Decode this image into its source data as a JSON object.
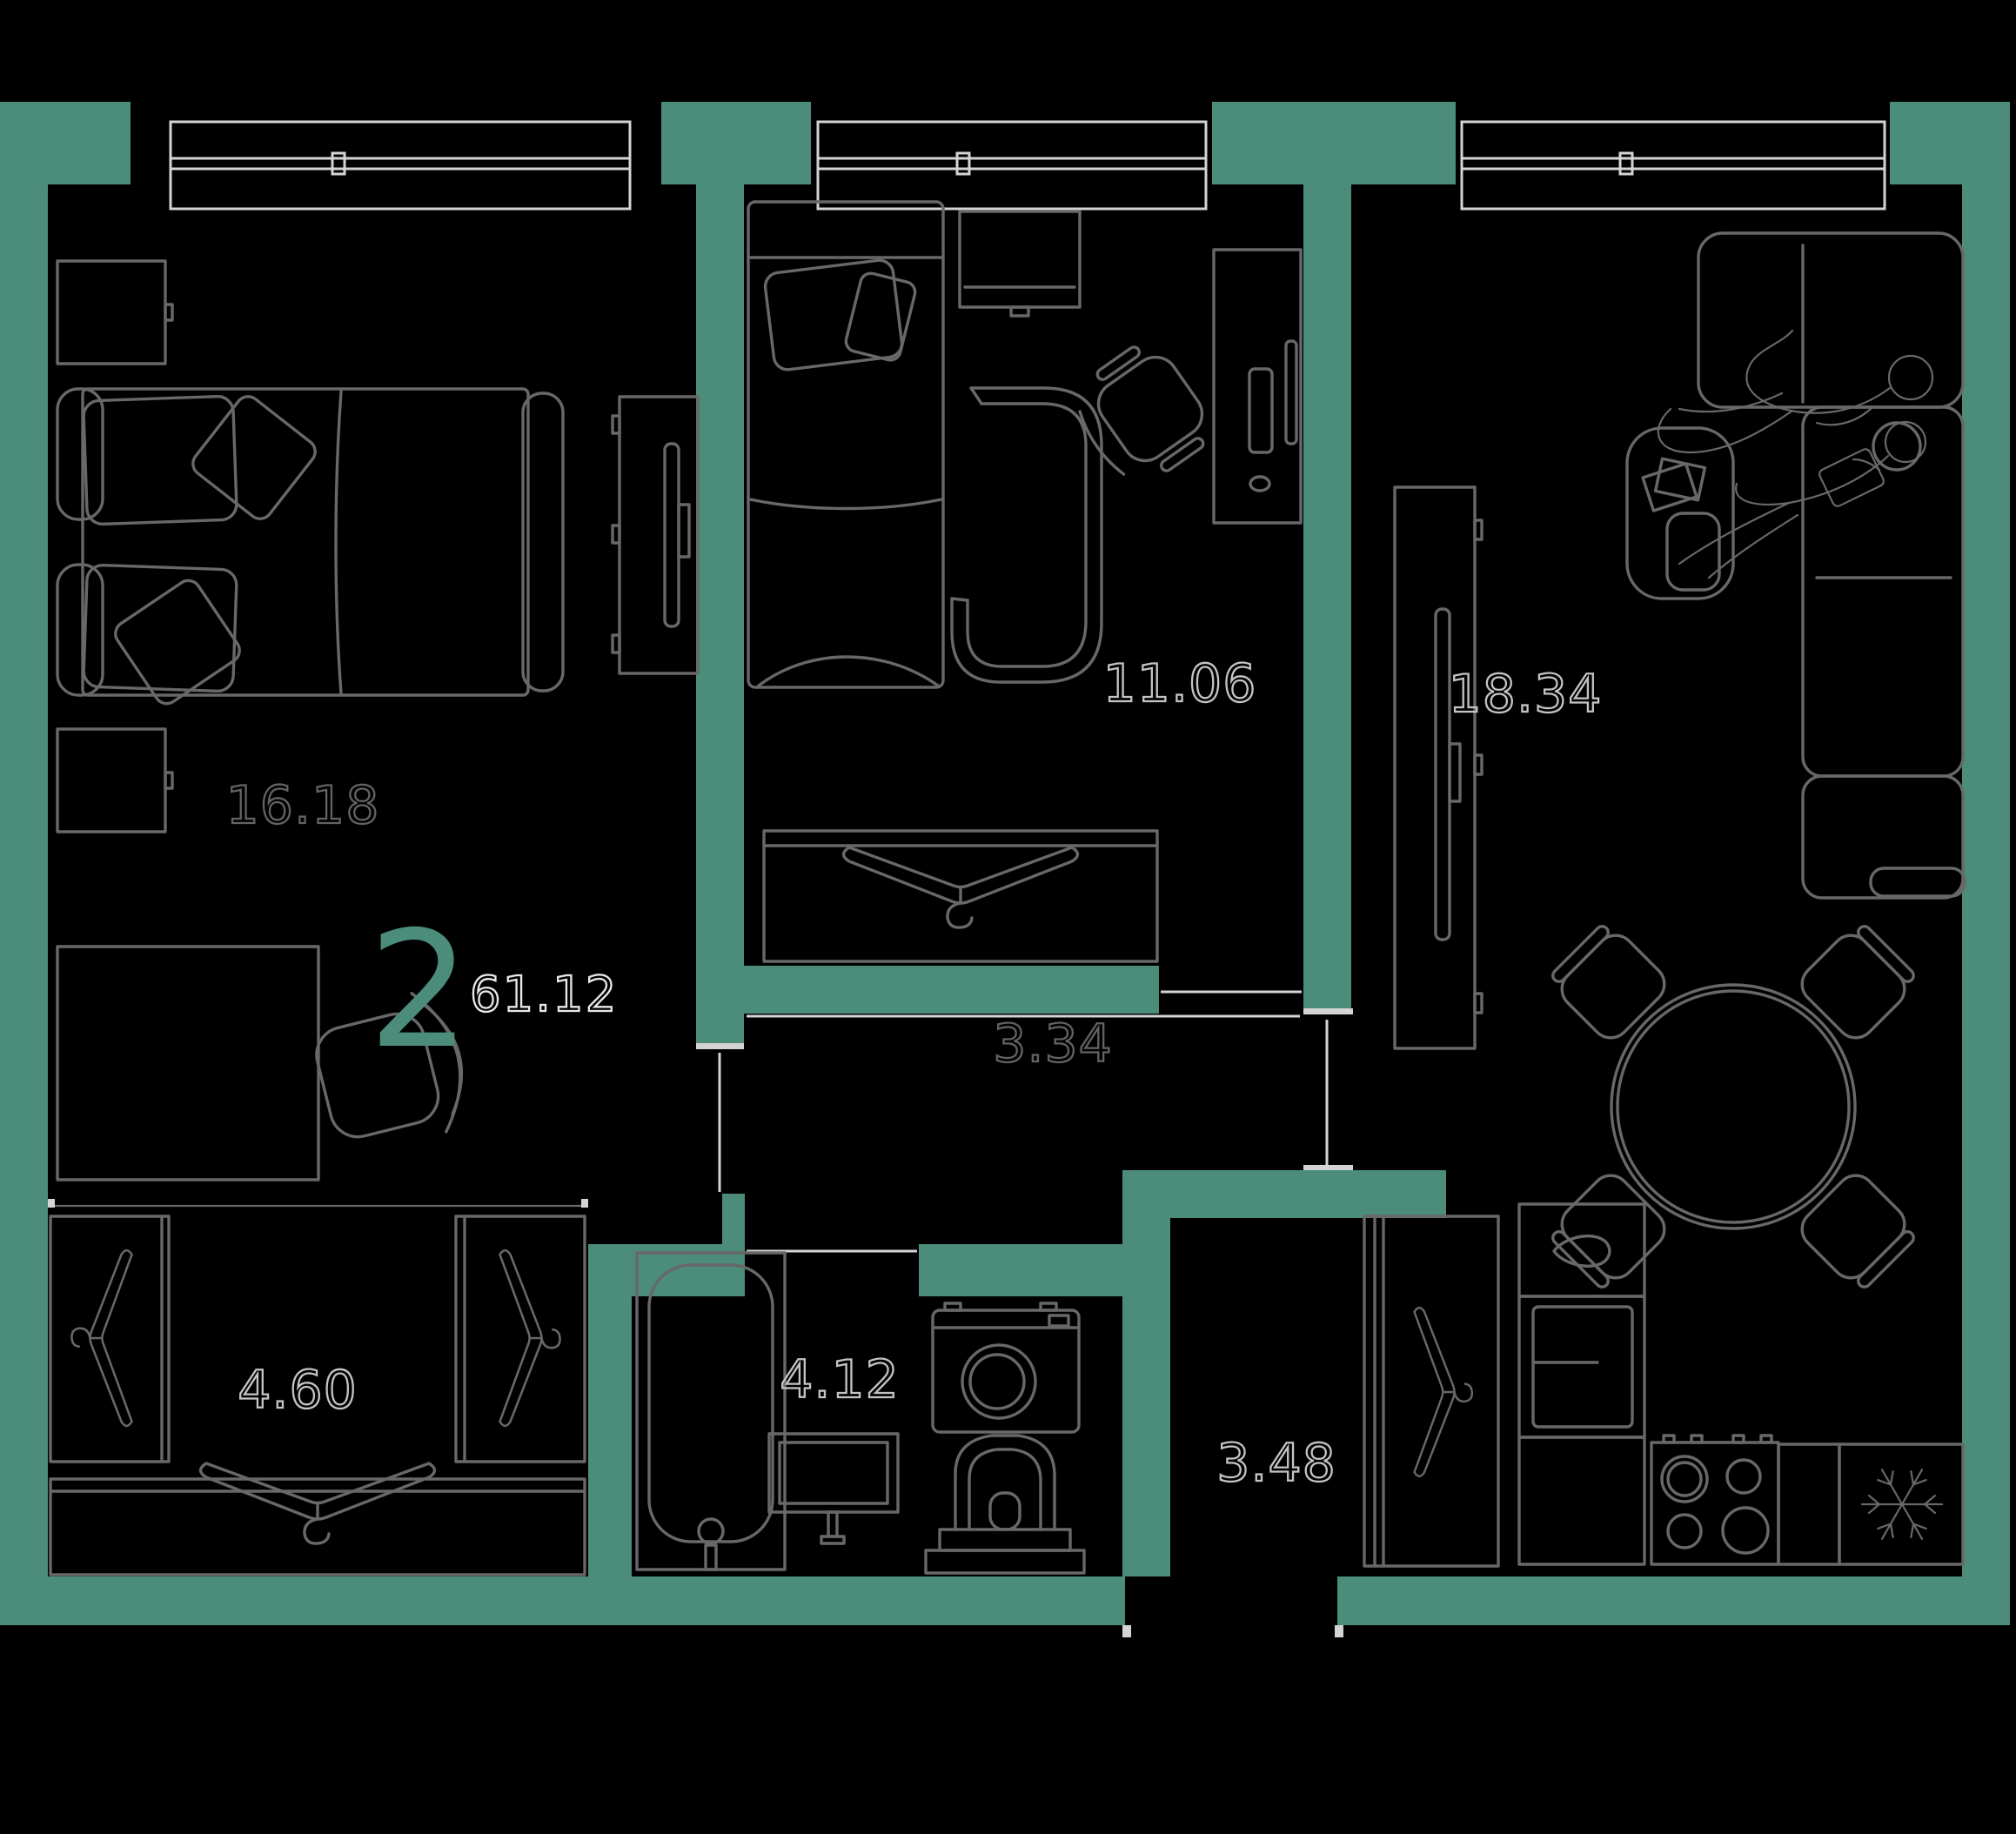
{
  "plan": {
    "type_number": "2",
    "total_area": "61.12",
    "areas": {
      "bedroom": "16.18",
      "bedroom_2": "11.06",
      "living_room": "18.34",
      "hallway": "3.34",
      "wardrobe": "4.60",
      "bathroom": "4.12",
      "hall": "3.48"
    },
    "icons": {
      "hanger": "hanger-icon",
      "snowflake": "freezer-snowflake-icon",
      "faucet_drop": "sink-drop-icon"
    },
    "colors": {
      "wall": "#4B8C7A",
      "furniture_line": "#686868",
      "window_line": "#d4d4d4",
      "label_bright": "#c4c4c4",
      "label_dim": "#636363",
      "label_total": "#e8e8e8",
      "accent": "#4B8C7A",
      "background": "#000000"
    }
  }
}
